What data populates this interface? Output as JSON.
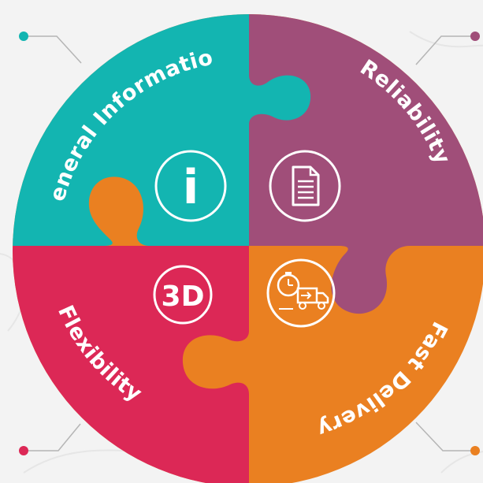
{
  "colors": {
    "background": "#f3f3f3",
    "general_information": "#13b5b1",
    "reliability": "#a04e79",
    "flexibility": "#dc2856",
    "fast_delivery": "#ea8021",
    "connector_line": "#b5b5b5"
  },
  "quadrants": {
    "top_left": {
      "label": "General Information",
      "icon": "info-icon",
      "icon_text": "i"
    },
    "top_right": {
      "label": "Reliability",
      "icon": "document-icon"
    },
    "bottom_left": {
      "label": "Flexibility",
      "icon": "3d-icon",
      "icon_text": "3D"
    },
    "bottom_right": {
      "label": "Fast Delivery",
      "icon": "stopwatch-truck-icon"
    }
  }
}
